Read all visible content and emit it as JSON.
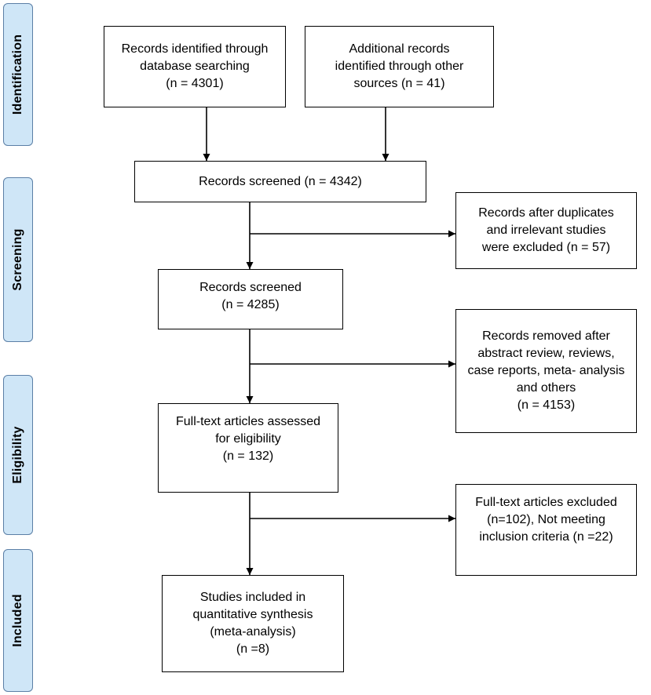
{
  "phases": {
    "identification": "Identification",
    "screening": "Screening",
    "eligibility": "Eligibility",
    "included": "Included"
  },
  "boxes": {
    "database_search": {
      "line1": "Records identified through",
      "line2": "database searching",
      "line3": "(n = 4301)"
    },
    "other_sources": {
      "line1": "Additional records",
      "line2": "identified through other",
      "line3": "sources (n = 41)"
    },
    "records_screened_1": {
      "line1": "Records screened (n = 4342)"
    },
    "duplicates_excluded": {
      "line1": "Records after duplicates",
      "line2": "and irrelevant studies",
      "line3": "were excluded (n = 57)"
    },
    "records_screened_2": {
      "line1": "Records screened",
      "line2": "(n = 4285)"
    },
    "abstract_removed": {
      "line1": "Records removed after",
      "line2": "abstract review, reviews,",
      "line3": "case reports, meta- analysis",
      "line4": "and others",
      "line5": "(n = 4153)"
    },
    "fulltext_assessed": {
      "line1": "Full-text articles assessed",
      "line2": "for eligibility",
      "line3": "(n = 132)"
    },
    "fulltext_excluded": {
      "line1": "Full-text articles excluded",
      "line2": "(n=102), Not meeting",
      "line3": "inclusion criteria (n =22)"
    },
    "studies_included": {
      "line1": "Studies included in",
      "line2": "quantitative synthesis",
      "line3": "(meta-analysis)",
      "line4": "(n =8)"
    }
  }
}
